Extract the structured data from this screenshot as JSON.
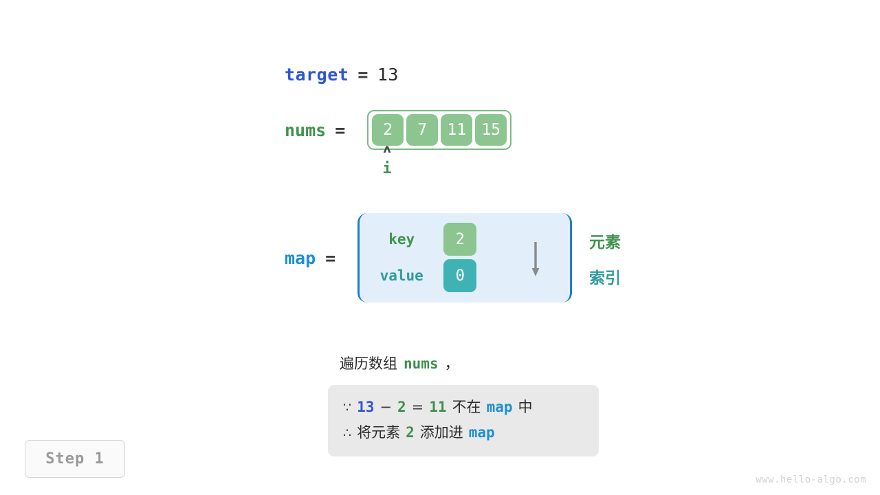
{
  "target": {
    "label": "target",
    "equals": "=",
    "value": "13"
  },
  "nums": {
    "label": "nums",
    "equals": "=",
    "cells": [
      "2",
      "7",
      "11",
      "15"
    ],
    "pointer": {
      "caret": "ʌ",
      "label": "i",
      "index": 0
    }
  },
  "map": {
    "label": "map",
    "equals": "=",
    "key_label": "key",
    "value_label": "value",
    "entries": [
      {
        "key": "2",
        "value": "0"
      }
    ],
    "annotations": {
      "element": "元素",
      "index": "索引"
    }
  },
  "caption": {
    "prefix": "遍历数组",
    "code": "nums",
    "suffix": "，"
  },
  "reasoning": {
    "line1": {
      "symbol": "∵",
      "a": "13",
      "minus": "−",
      "b": "2",
      "eq": "=",
      "result": "11",
      "text_mid": "不在",
      "code": "map",
      "text_end": "中"
    },
    "line2": {
      "symbol": "∴",
      "text_start": "将元素",
      "num": "2",
      "text_mid": "添加进",
      "code": "map"
    }
  },
  "step": {
    "label": "Step 1"
  },
  "watermark": {
    "text": "www.hello-algo.com"
  },
  "colors": {
    "blue_var": "#2f55d4",
    "blue_code": "#1d8fd1",
    "green": "#41944f",
    "green_cell": "#8cc590",
    "teal": "#3fb3b3",
    "map_bg": "#e2effa",
    "map_border": "#1d7fc3",
    "reason_bg": "#e9e9e9",
    "step_text": "#9a9a9a"
  }
}
